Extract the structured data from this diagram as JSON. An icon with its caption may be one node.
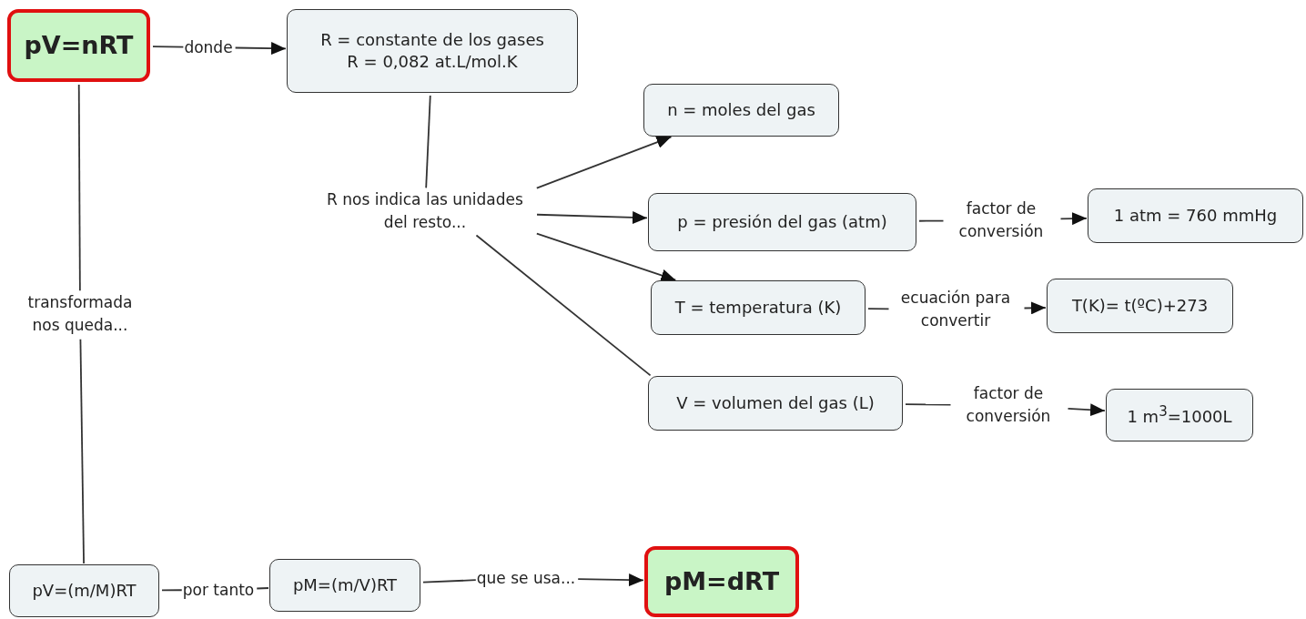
{
  "diagram": {
    "nodes": [
      {
        "text": [
          "pV=nRT"
        ]
      },
      {
        "text": [
          "donde"
        ]
      },
      {
        "text": [
          "R = constante de los gases",
          "R = 0,082 at.L/mol.K"
        ]
      },
      {
        "text": [
          "n = moles del gas"
        ]
      },
      {
        "text": [
          "R nos indica las unidades del resto..."
        ]
      },
      {
        "text": [
          "p = presión del gas (atm)"
        ]
      },
      {
        "text": [
          "factor de conversión"
        ]
      },
      {
        "text": [
          "1 atm = 760 mmHg"
        ]
      },
      {
        "text": [
          "T = temperatura (K)"
        ]
      },
      {
        "text": [
          "ecuación para convertir"
        ]
      },
      {
        "text": [
          "T(K)= t(ºC)+273"
        ]
      },
      {
        "text": [
          "V = volumen del gas (L)"
        ]
      },
      {
        "text": [
          "factor de conversión"
        ]
      },
      {
        "text": [
          "1 m$^{3}$=1000L"
        ]
      },
      {
        "text": [
          "transformada nos queda..."
        ]
      },
      {
        "text": [
          "pV=(m/M)RT"
        ]
      },
      {
        "text": [
          "por tanto"
        ]
      },
      {
        "text": [
          "pM=(m/V)RT"
        ]
      },
      {
        "text": [
          "que se usa..."
        ]
      },
      {
        "text": [
          "pM=dRT"
        ]
      }
    ],
    "edges": [
      {
        "from": 0,
        "to": 1,
        "arrow": "none"
      },
      {
        "from": 1,
        "to": 2,
        "arrow": "to"
      },
      {
        "from": 2,
        "to": 4,
        "arrow": "none"
      },
      {
        "from": 4,
        "to": 3,
        "arrow": "to"
      },
      {
        "from": 4,
        "to": 5,
        "arrow": "to"
      },
      {
        "from": 4,
        "to": 8,
        "arrow": "to"
      },
      {
        "from": 4,
        "to": 11,
        "arrow": "none"
      },
      {
        "from": 5,
        "to": 6,
        "arrow": "none"
      },
      {
        "from": 6,
        "to": 7,
        "arrow": "to"
      },
      {
        "from": 8,
        "to": 9,
        "arrow": "none"
      },
      {
        "from": 9,
        "to": 10,
        "arrow": "to"
      },
      {
        "from": 11,
        "to": 12,
        "arrow": "none"
      },
      {
        "from": 12,
        "to": 13,
        "arrow": "to"
      },
      {
        "from": 0,
        "to": 14,
        "arrow": "none"
      },
      {
        "from": 14,
        "to": 15,
        "arrow": "none"
      },
      {
        "from": 15,
        "to": 16,
        "arrow": "none"
      },
      {
        "from": 16,
        "to": 17,
        "arrow": "none"
      },
      {
        "from": 17,
        "to": 18,
        "arrow": "none"
      },
      {
        "from": 18,
        "to": 19,
        "arrow": "to"
      }
    ]
  }
}
